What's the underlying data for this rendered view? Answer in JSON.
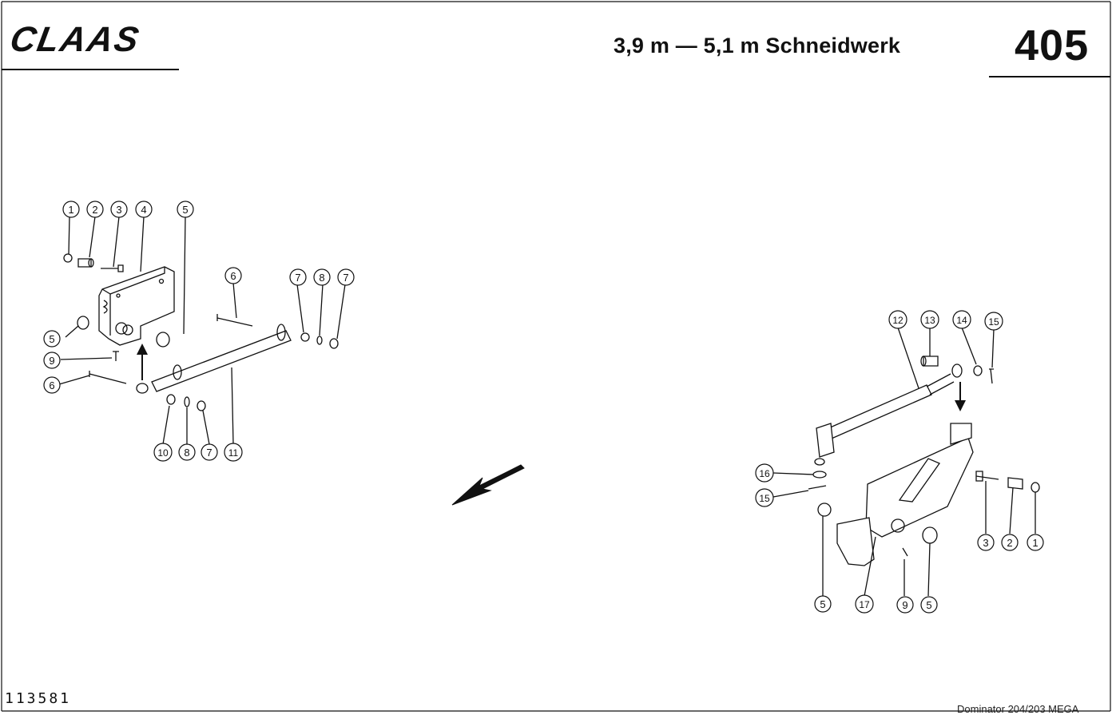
{
  "header": {
    "brand": "CLAAS",
    "title": "3,9 m — 5,1 m Schneidwerk",
    "page_number": "405"
  },
  "footer": {
    "drawing_number": "113581",
    "model": "Dominator 204/203 MEGA"
  },
  "left_assembly": {
    "callouts": [
      "1",
      "2",
      "3",
      "4",
      "5",
      "6",
      "7",
      "8",
      "7",
      "5",
      "9",
      "6",
      "10",
      "8",
      "7",
      "11"
    ]
  },
  "right_assembly": {
    "callouts": [
      "12",
      "13",
      "14",
      "15",
      "16",
      "15",
      "5",
      "17",
      "9",
      "5",
      "3",
      "2",
      "1"
    ]
  },
  "colors": {
    "ink": "#111111",
    "paper": "#ffffff"
  }
}
